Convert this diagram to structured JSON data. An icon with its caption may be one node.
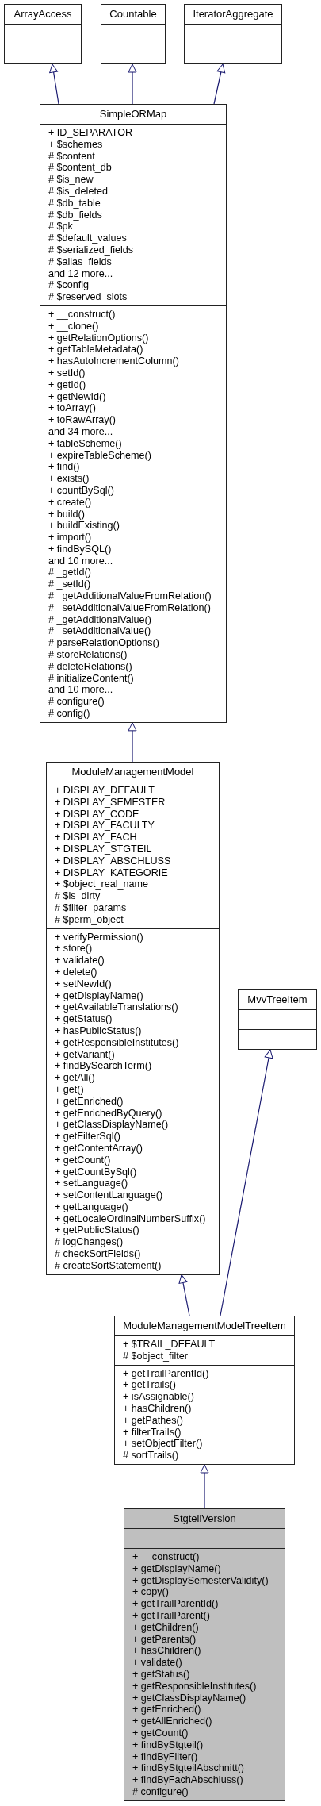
{
  "diagram": {
    "nodes": [
      {
        "text": [
          "ArrayAccess"
        ]
      },
      {
        "text": [],
        "shape": "box",
        "in": 0
      },
      {
        "text": [],
        "shape": "box",
        "in": 0
      },
      {
        "text": [
          "Countable"
        ]
      },
      {
        "text": [],
        "shape": "box",
        "in": 3
      },
      {
        "text": [],
        "shape": "box",
        "in": 3
      },
      {
        "text": [
          "IteratorAggregate"
        ]
      },
      {
        "text": [],
        "shape": "box",
        "in": 6
      },
      {
        "text": [],
        "shape": "box",
        "in": 6
      },
      {
        "text": [
          "SimpleORMap"
        ]
      },
      {
        "text": [
          "+ ID_SEPARATOR",
          "+ $schemes",
          "# $content",
          "# $content_db",
          "# $is_new",
          "# $is_deleted",
          "# $db_table",
          "# $db_fields",
          "# $pk",
          "# $default_values",
          "# $serialized_fields",
          "# $alias_fields",
          "and 12 more...",
          "# $config",
          "# $reserved_slots"
        ],
        "in": 9
      },
      {
        "text": [
          "+ __construct()",
          "+ __clone()",
          "+ getRelationOptions()",
          "+ getTableMetadata()",
          "+ hasAutoIncrementColumn()",
          "+ setId()",
          "+ getId()",
          "+ getNewId()",
          "+ toArray()",
          "+ toRawArray()",
          "and 34 more...",
          "+ tableScheme()",
          "+ expireTableScheme()",
          "+ find()",
          "+ exists()",
          "+ countBySql()",
          "+ create()",
          "+ build()",
          "+ buildExisting()",
          "+ import()",
          "+ findBySQL()",
          "and 10 more...",
          "# _getId()",
          "# _setId()",
          "# _getAdditionalValueFromRelation()",
          "# _setAdditionalValueFromRelation()",
          "# _getAdditionalValue()",
          "# _setAdditionalValue()",
          "# parseRelationOptions()",
          "# storeRelations()",
          "# deleteRelations()",
          "# initializeContent()",
          "and 10 more...",
          "# configure()",
          "# config()"
        ],
        "in": 9
      },
      {
        "text": [
          "ModuleManagementModel"
        ]
      },
      {
        "text": [
          "+ DISPLAY_DEFAULT",
          "+ DISPLAY_SEMESTER",
          "+ DISPLAY_CODE",
          "+ DISPLAY_FACULTY",
          "+ DISPLAY_FACH",
          "+ DISPLAY_STGTEIL",
          "+ DISPLAY_ABSCHLUSS",
          "+ DISPLAY_KATEGORIE",
          "+ $object_real_name",
          "# $is_dirty",
          "# $filter_params",
          "# $perm_object"
        ],
        "in": 12
      },
      {
        "text": [
          "+ verifyPermission()",
          "+ store()",
          "+ validate()",
          "+ delete()",
          "+ setNewId()",
          "+ getDisplayName()",
          "+ getAvailableTranslations()",
          "+ getStatus()",
          "+ hasPublicStatus()",
          "+ getResponsibleInstitutes()",
          "+ getVariant()",
          "+ findBySearchTerm()",
          "+ getAll()",
          "+ get()",
          "+ getEnriched()",
          "+ getEnrichedByQuery()",
          "+ getClassDisplayName()",
          "+ getFilterSql()",
          "+ getContentArray()",
          "+ getCount()",
          "+ getCountBySql()",
          "+ setLanguage()",
          "+ setContentLanguage()",
          "+ getLanguage()",
          "+ getLocaleOrdinalNumberSuffix()",
          "+ getPublicStatus()",
          "# logChanges()",
          "# checkSortFields()",
          "# createSortStatement()"
        ],
        "in": 12
      },
      {
        "text": [
          "MvvTreeItem"
        ]
      },
      {
        "text": [],
        "shape": "box",
        "in": 15
      },
      {
        "text": [],
        "shape": "box",
        "in": 15
      },
      {
        "text": [
          "ModuleManagementModelTreeItem"
        ]
      },
      {
        "text": [
          "+ $TRAIL_DEFAULT",
          "# $object_filter"
        ],
        "in": 18
      },
      {
        "text": [
          "+ getTrailParentId()",
          "+ getTrails()",
          "+ isAssignable()",
          "+ hasChildren()",
          "+ getPathes()",
          "+ filterTrails()",
          "+ setObjectFilter()",
          "# sortTrails()"
        ],
        "in": 18
      },
      {
        "text": [
          "StgteilVersion"
        ]
      },
      {
        "text": [],
        "shape": "box",
        "in": 21
      },
      {
        "text": [
          "+ __construct()",
          "+ getDisplayName()",
          "+ getDisplaySemesterValidity()",
          "+ copy()",
          "+ getTrailParentId()",
          "+ getTrailParent()",
          "+ getChildren()",
          "+ getParents()",
          "+ hasChildren()",
          "+ validate()",
          "+ getStatus()",
          "+ getResponsibleInstitutes()",
          "+ getClassDisplayName()",
          "+ getEnriched()",
          "+ getAllEnriched()",
          "+ getCount()",
          "+ findByStgteil()",
          "+ findByFilter()",
          "+ findByStgteilAbschnitt()",
          "+ findByFachAbschluss()",
          "# configure()"
        ],
        "in": 21
      }
    ],
    "edges": [
      {
        "from": 9,
        "to": 0,
        "arrow": "to"
      },
      {
        "from": 9,
        "to": 3,
        "arrow": "to"
      },
      {
        "from": 9,
        "to": 6,
        "arrow": "to"
      },
      {
        "from": 12,
        "to": 9,
        "arrow": "to"
      },
      {
        "from": 18,
        "to": 12,
        "arrow": "to"
      },
      {
        "from": 18,
        "to": 15,
        "arrow": "to"
      },
      {
        "from": 21,
        "to": 18,
        "arrow": "to"
      }
    ]
  }
}
